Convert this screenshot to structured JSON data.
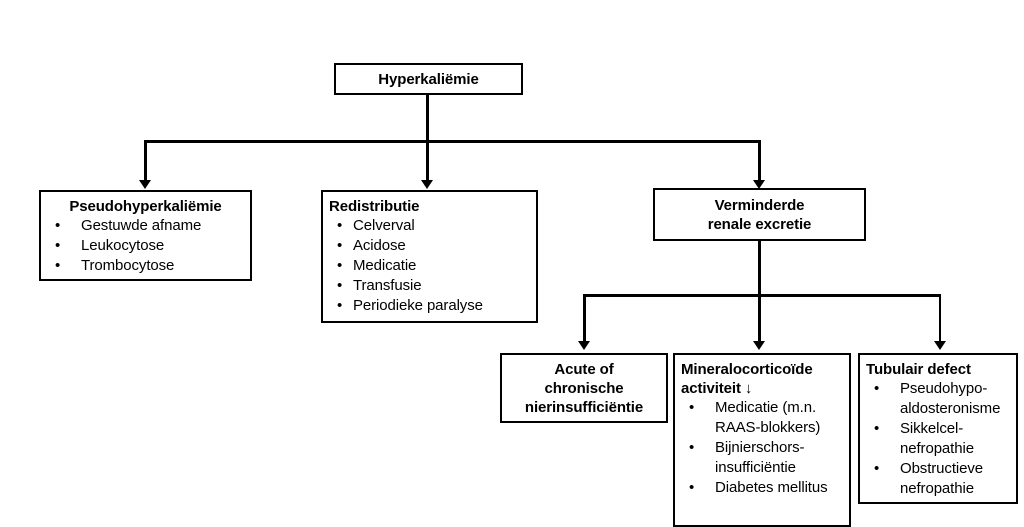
{
  "diagram": {
    "title_root": "Hyperkaliëmie",
    "nodes": {
      "root": {
        "label": "Hyperkaliëmie"
      },
      "pseudo": {
        "title": "Pseudohyperkaliëmie",
        "items": [
          "Gestuwde afname",
          "Leukocytose",
          "Trombocytose"
        ]
      },
      "redistributie": {
        "title": "Redistributie",
        "items": [
          "Celverval",
          "Acidose",
          "Medicatie",
          "Transfusie",
          "Periodieke paralyse"
        ]
      },
      "verminderde": {
        "title_line1": "Verminderde",
        "title_line2": "renale excretie"
      },
      "nierinsufficientie": {
        "title_line1": "Acute of",
        "title_line2": "chronische",
        "title_line3": "nierinsufficiëntie"
      },
      "mineralo": {
        "title_line1": "Mineralocorticoïde",
        "title_line2": "activiteit ↓",
        "items": [
          "Medicatie (m.n. RAAS-blokkers)",
          "Bijnierschors-insufficiëntie",
          "Diabetes mellitus"
        ]
      },
      "tubulair": {
        "title": "Tubulair defect",
        "items": [
          "Pseudohypo-aldosteronisme",
          "Sikkelcel-nefropathie",
          "Obstructieve nefropathie"
        ]
      }
    },
    "bullet_glyph": "•",
    "colors": {
      "line": "#000000",
      "box_fill": "#ffffff",
      "text": "#000000"
    }
  }
}
